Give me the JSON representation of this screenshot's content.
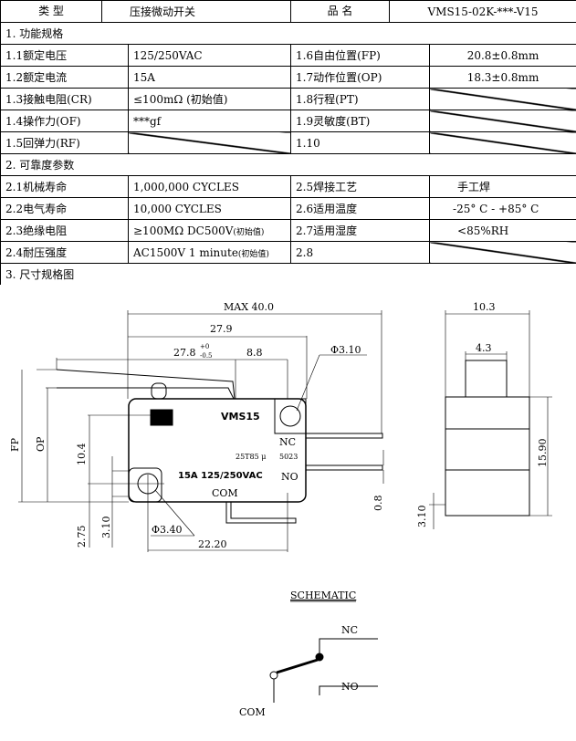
{
  "header": {
    "type_label": "类  型",
    "type_value": "压接微动开关",
    "name_label": "品  名",
    "name_value": "VMS15-02K-***-V15"
  },
  "section1": {
    "title": "1. 功能规格",
    "rows": [
      {
        "l1": "1.1额定电压",
        "v1": "125/250VAC",
        "l2": "1.6自由位置(FP)",
        "v2": "20.8±0.8mm"
      },
      {
        "l1": "1.2额定电流",
        "v1": "15A",
        "l2": "1.7动作位置(OP)",
        "v2": "18.3±0.8mm"
      },
      {
        "l1": "1.3接触电阻(CR)",
        "v1": "≤100mΩ (初始值)",
        "l2": "1.8行程(PT)",
        "v2": ""
      },
      {
        "l1": "1.4操作力(OF)",
        "v1": "***gf",
        "l2": "1.9灵敏度(BT)",
        "v2": ""
      },
      {
        "l1": "1.5回弹力(RF)",
        "v1": "",
        "l2": "1.10",
        "v2": ""
      }
    ]
  },
  "section2": {
    "title": "2. 可靠度参数",
    "rows": [
      {
        "l1": "2.1机械寿命",
        "v1": "1,000,000 CYCLES",
        "l2": "2.5焊接工艺",
        "v2": "手工焊"
      },
      {
        "l1": "2.2电气寿命",
        "v1": "10,000  CYCLES",
        "l2": "2.6适用温度",
        "v2": "-25° C - +85° C"
      },
      {
        "l1": "2.3绝缘电阻",
        "v1": "≥100MΩ  DC500V",
        "v1_note": "(初始值)",
        "l2": "2.7适用湿度",
        "v2": "<85%RH"
      },
      {
        "l1": "2.4耐压强度",
        "v1": "AC1500V 1 minute",
        "v1_note": "(初始值)",
        "l2": "2.8",
        "v2": ""
      }
    ]
  },
  "section3": {
    "title": "3. 尺寸规格图"
  },
  "drawing": {
    "max": "MAX 40.0",
    "d279": "27.9",
    "d278": "27.8",
    "d278_tol_up": "+0",
    "d278_tol_dn": "-0.5",
    "d88": "8.8",
    "phi310": "Φ3.10",
    "fp": "FP",
    "op": "OP",
    "d104": "10.4",
    "d275": "2.75",
    "d310": "3.10",
    "phi340": "Φ3.40",
    "d2220": "22.20",
    "d08": "0.8",
    "model": "VMS15",
    "nc": "NC",
    "no": "NO",
    "com": "COM",
    "rating": "15A 125/250VAC",
    "cert": "25T85 μ",
    "code": "5023",
    "side_w": "10.3",
    "side_p": "4.3",
    "side_h": "15.90",
    "side_b": "3.10"
  },
  "schematic": {
    "title": "SCHEMATIC",
    "nc": "NC",
    "no": "NO",
    "com": "COM"
  }
}
